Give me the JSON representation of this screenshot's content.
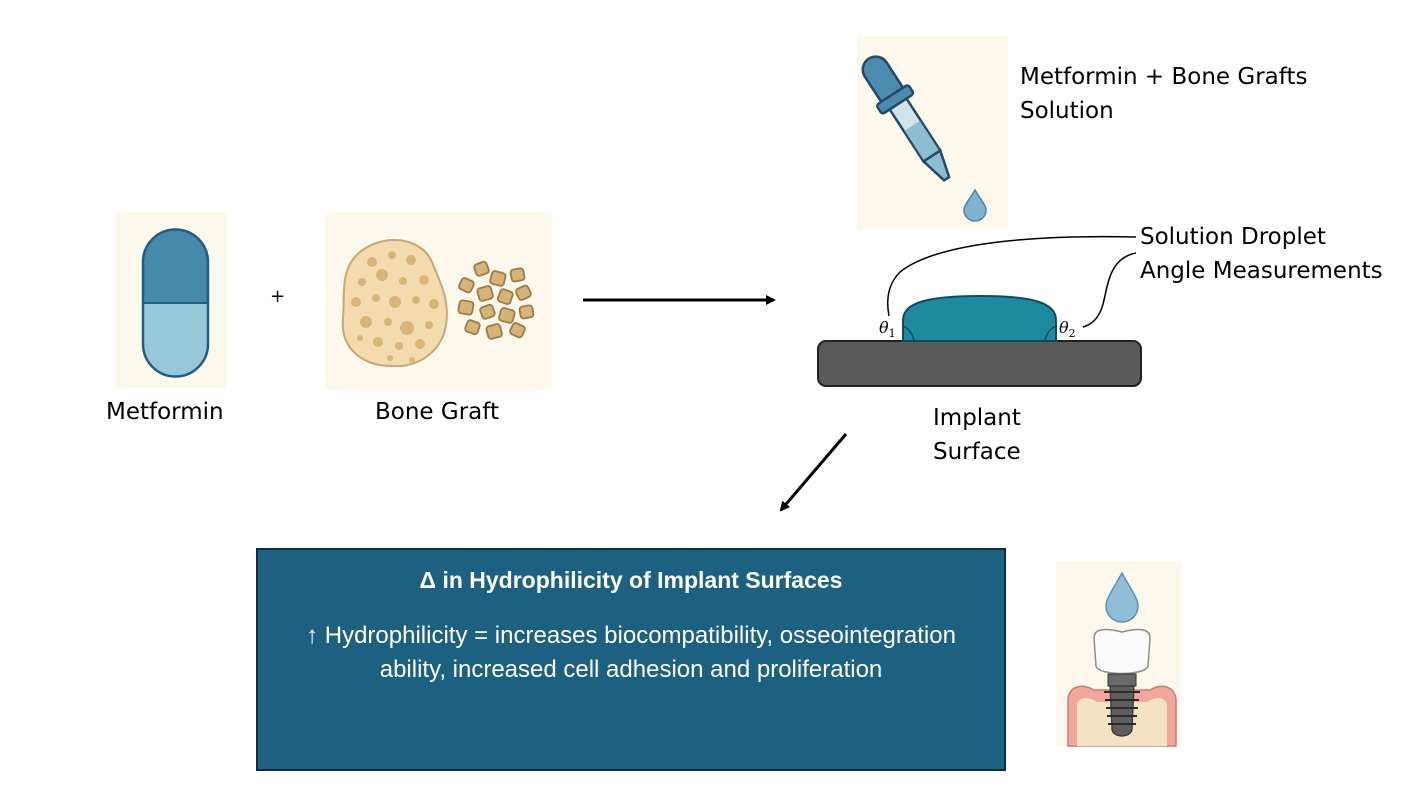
{
  "ingredients": {
    "metformin_label": "Metformin",
    "plus_sign": "+",
    "bone_graft_label": "Bone Graft"
  },
  "dropper": {
    "label_line1": "Metformin + Bone Grafts",
    "label_line2": "Solution"
  },
  "implant": {
    "annotation_line1": "Solution Droplet",
    "annotation_line2": "Angle Measurements",
    "theta1_symbol": "θ",
    "theta1_sub": "1",
    "theta2_symbol": "θ",
    "theta2_sub": "2",
    "surface_line1": "Implant",
    "surface_line2": "Surface"
  },
  "result": {
    "title": "Δ in Hydrophilicity of Implant Surfaces",
    "body": "↑ Hydrophilicity = increases biocompatibility, osseointegration ability, increased cell adhesion and proliferation"
  },
  "colors": {
    "result_box": "#1d6182",
    "capsule_top": "#4589ac",
    "capsule_bottom": "#97c8d9",
    "droplet": "#1e8aa0",
    "implant_surface": "#5a5a5a",
    "bone": "#f3dbae"
  }
}
